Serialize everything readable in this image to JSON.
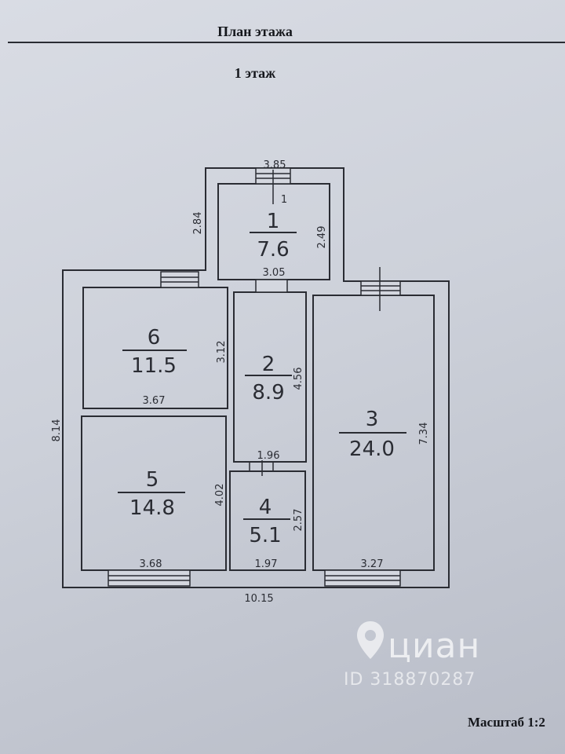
{
  "header": {
    "title": "План этажа"
  },
  "floor": {
    "label": "1 этаж"
  },
  "rooms": [
    {
      "number": "1",
      "area": "7.6"
    },
    {
      "number": "2",
      "area": "8.9"
    },
    {
      "number": "3",
      "area": "24.0"
    },
    {
      "number": "4",
      "area": "5.1"
    },
    {
      "number": "5",
      "area": "14.8"
    },
    {
      "number": "6",
      "area": "11.5"
    }
  ],
  "dimensions": {
    "d385": "3.85",
    "d284": "2.84",
    "d249": "2.49",
    "d305": "3.05",
    "room1_label": "1",
    "d312": "3.12",
    "d367": "3.67",
    "d456": "4.56",
    "d734": "7.34",
    "d814": "8.14",
    "d402": "4.02",
    "d196": "1.96",
    "d257": "2.57",
    "d368": "3.68",
    "d197": "1.97",
    "d327": "3.27",
    "d1015": "10.15"
  },
  "scale": {
    "label": "Масштаб 1:2"
  },
  "watermark": {
    "brand": "циан",
    "id": "ID 318870287"
  }
}
